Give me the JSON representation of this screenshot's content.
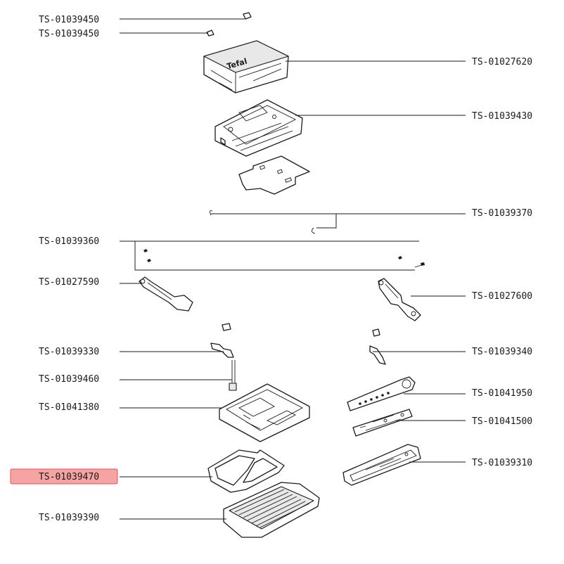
{
  "colors": {
    "highlight_fill": "#f5a3a3",
    "highlight_stroke": "#e05555",
    "line": "#1a1a1a"
  },
  "brand": "Tefal",
  "highlighted_part": "TS-01039470",
  "parts": {
    "p1": "TS-01039450",
    "p2": "TS-01039450",
    "p3": "TS-01027620",
    "p4": "TS-01039430",
    "p5": "TS-01039370",
    "p6": "TS-01039360",
    "p7": "TS-01027590",
    "p8": "TS-01027600",
    "p9": "TS-01039330",
    "p10": "TS-01039340",
    "p11": "TS-01039460",
    "p12": "TS-01041950",
    "p13": "TS-01041380",
    "p14": "TS-01041500",
    "p15": "TS-01039310",
    "p16": "TS-01039470",
    "p17": "TS-01039390"
  }
}
